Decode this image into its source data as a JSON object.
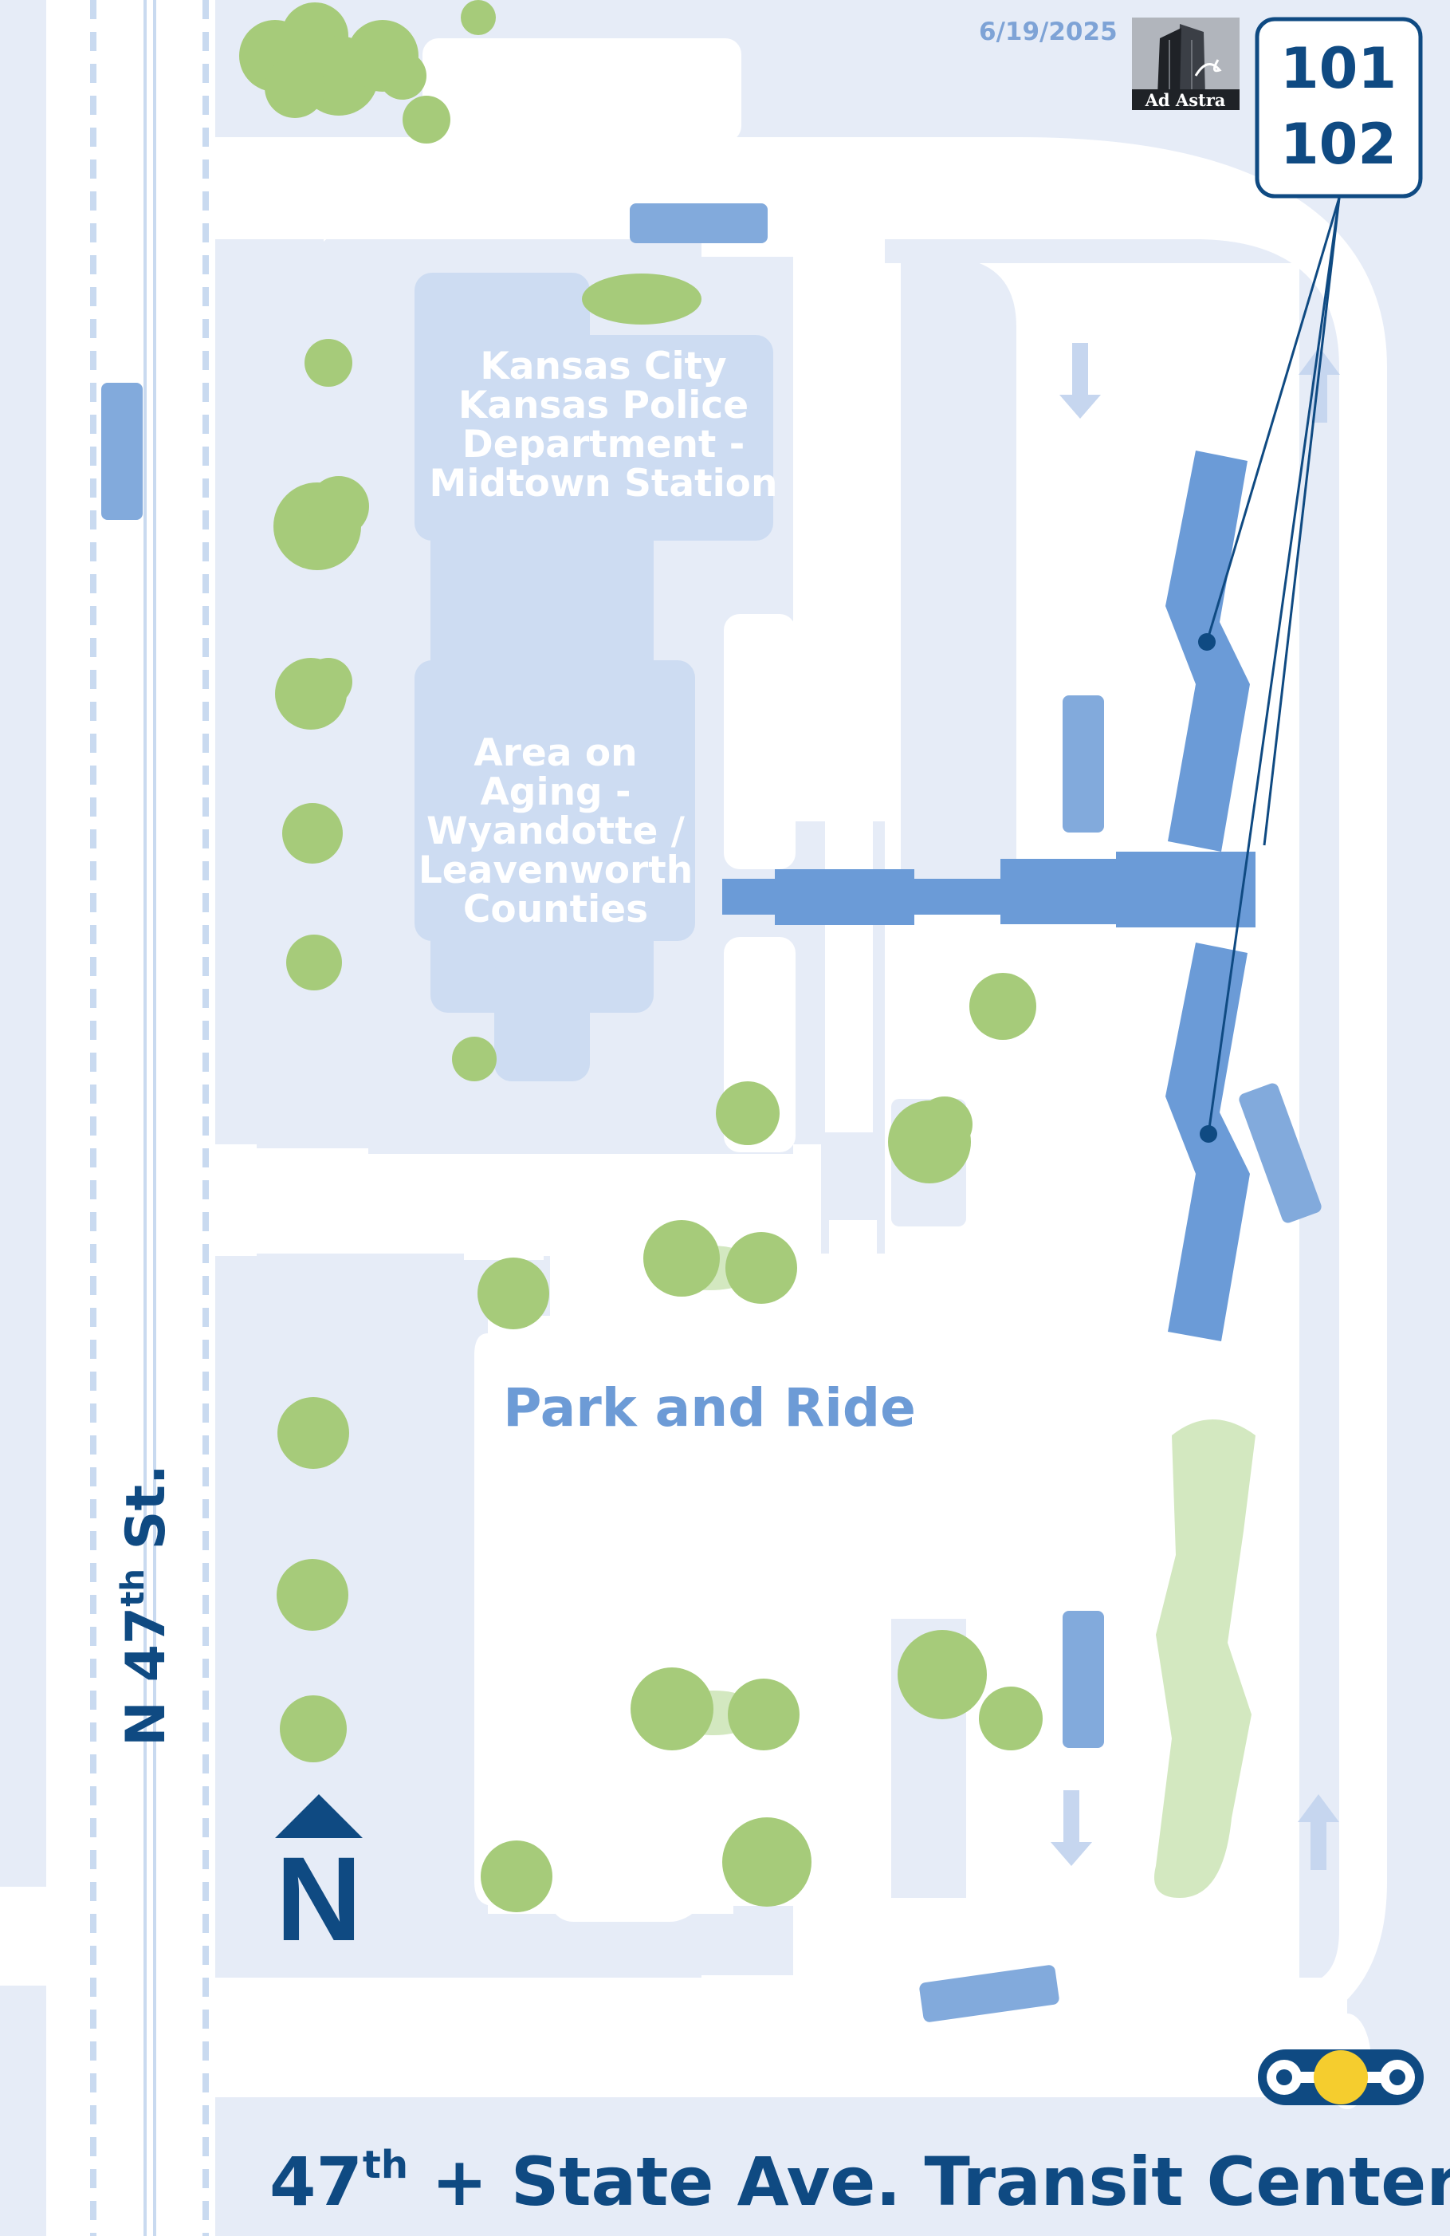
{
  "header": {
    "date": "6/19/2025",
    "logo_text": "Ad Astra"
  },
  "routes": [
    "101",
    "102"
  ],
  "buildings": {
    "police": [
      "Kansas City",
      "Kansas Police",
      "Department -",
      "Midtown Station"
    ],
    "aging": [
      "Area on",
      "Aging -",
      "Wyandotte /",
      "Leavenworth",
      "Counties"
    ]
  },
  "parking": {
    "label": "Park and Ride"
  },
  "street": {
    "prefix": "N 47",
    "sup": "th",
    "suffix": " St."
  },
  "title": {
    "prefix": "47",
    "sup": "th",
    "suffix": " + State Ave. Transit Center"
  },
  "compass": {
    "letter": "N"
  },
  "colors": {
    "background": "#e6ecf7",
    "road": "#ffffff",
    "building": "#cddcf2",
    "platform": "#6b9bd7",
    "bus_stop": "#82aadc",
    "tree": "#a6cb7a",
    "green_median": "#d3e8c0",
    "accent": "#0f4a82",
    "logo_dot": "#f5cd2e"
  }
}
